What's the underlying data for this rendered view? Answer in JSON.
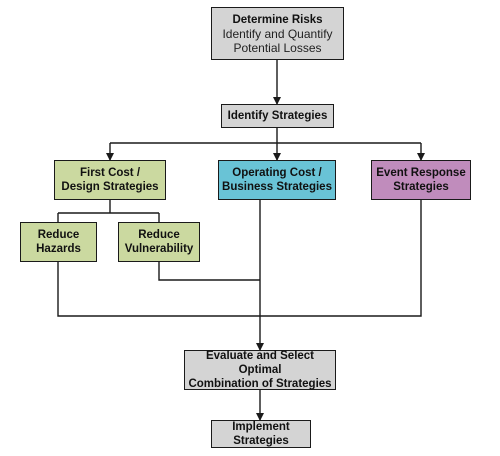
{
  "colors": {
    "gray": "#d4d4d4",
    "green": "#cbd9a0",
    "blue": "#69c3d6",
    "purple": "#c08cbc",
    "line": "#1a1a1a"
  },
  "nodes": {
    "determine": {
      "title": "Determine Risks",
      "sub1": "Identify and Quantify",
      "sub2": "Potential Losses"
    },
    "identify": {
      "line1": "Identify Strategies"
    },
    "first_cost": {
      "line1": "First Cost /",
      "line2": "Design Strategies"
    },
    "operating": {
      "line1": "Operating Cost /",
      "line2": "Business Strategies"
    },
    "event": {
      "line1": "Event Response",
      "line2": "Strategies"
    },
    "hazards": {
      "line1": "Reduce",
      "line2": "Hazards"
    },
    "vulnerability": {
      "line1": "Reduce",
      "line2": "Vulnerability"
    },
    "evaluate": {
      "line1": "Evaluate and Select Optimal",
      "line2": "Combination of Strategies"
    },
    "implement": {
      "line1": "Implement Strategies"
    }
  }
}
